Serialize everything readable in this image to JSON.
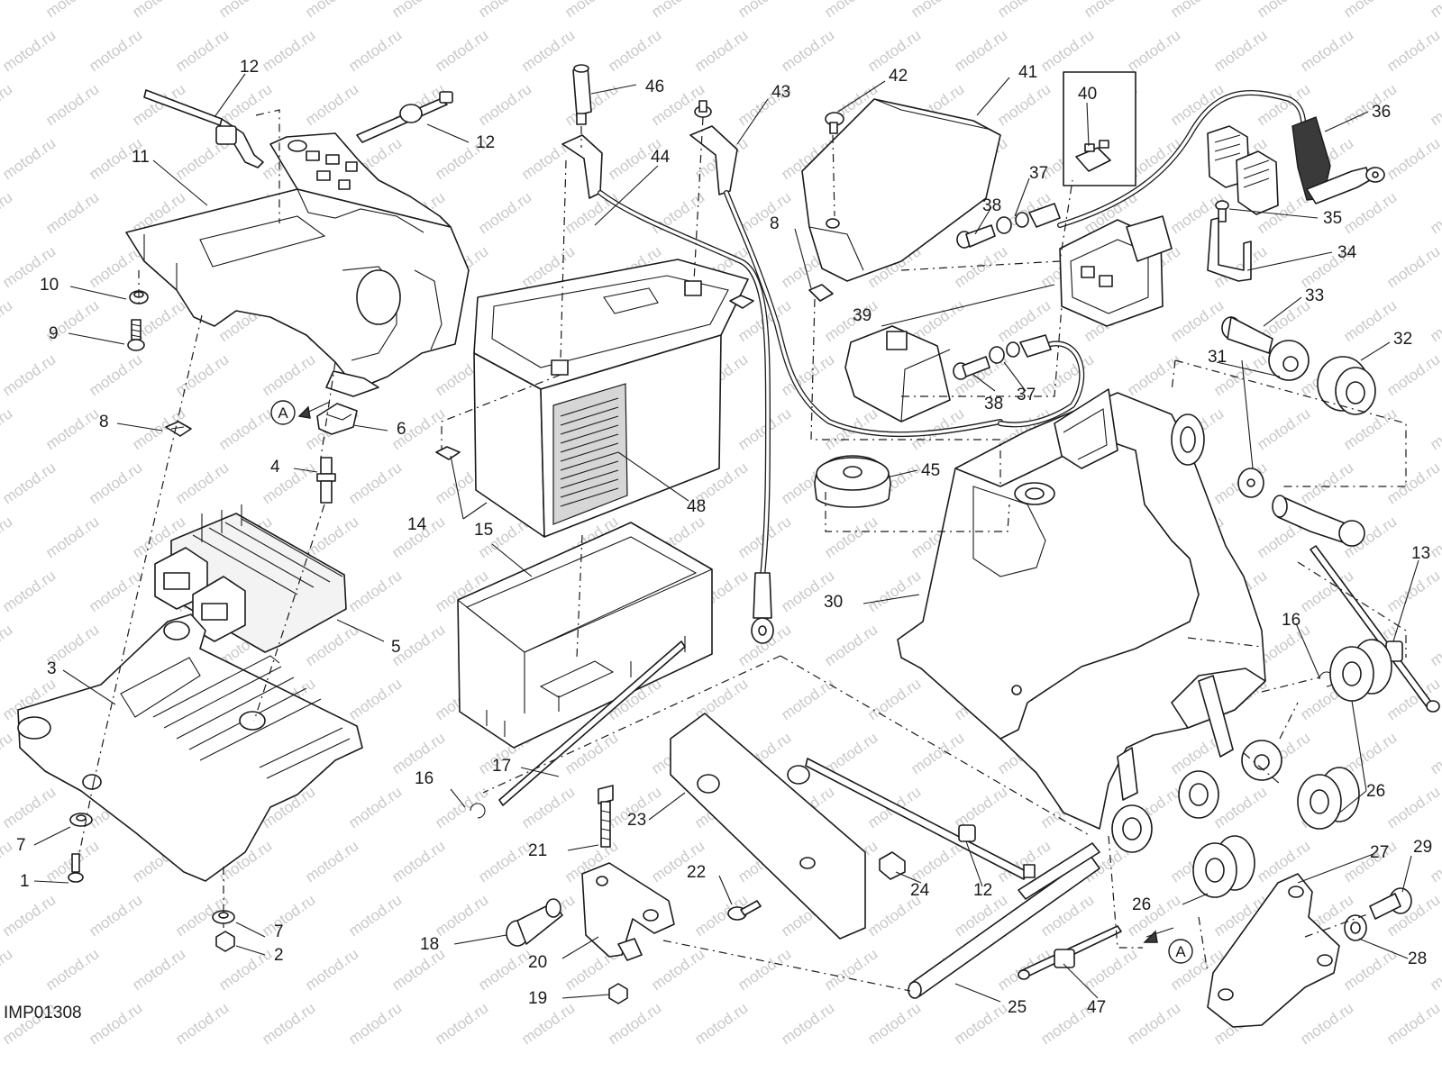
{
  "diagram_code": "IMP01308",
  "watermark_text": "motod.ru",
  "reference_marks": [
    "A",
    "A"
  ],
  "callouts": [
    {
      "id": "c1",
      "label": "1"
    },
    {
      "id": "c2",
      "label": "2"
    },
    {
      "id": "c3",
      "label": "3"
    },
    {
      "id": "c4",
      "label": "4"
    },
    {
      "id": "c5",
      "label": "5"
    },
    {
      "id": "c6",
      "label": "6"
    },
    {
      "id": "c7a",
      "label": "7"
    },
    {
      "id": "c7b",
      "label": "7"
    },
    {
      "id": "c8a",
      "label": "8"
    },
    {
      "id": "c8b",
      "label": "8"
    },
    {
      "id": "c9",
      "label": "9"
    },
    {
      "id": "c10",
      "label": "10"
    },
    {
      "id": "c11",
      "label": "11"
    },
    {
      "id": "c12a",
      "label": "12"
    },
    {
      "id": "c12b",
      "label": "12"
    },
    {
      "id": "c12c",
      "label": "12"
    },
    {
      "id": "c13",
      "label": "13"
    },
    {
      "id": "c14",
      "label": "14"
    },
    {
      "id": "c15",
      "label": "15"
    },
    {
      "id": "c16a",
      "label": "16"
    },
    {
      "id": "c16b",
      "label": "16"
    },
    {
      "id": "c17",
      "label": "17"
    },
    {
      "id": "c18",
      "label": "18"
    },
    {
      "id": "c19",
      "label": "19"
    },
    {
      "id": "c20",
      "label": "20"
    },
    {
      "id": "c21",
      "label": "21"
    },
    {
      "id": "c22",
      "label": "22"
    },
    {
      "id": "c23",
      "label": "23"
    },
    {
      "id": "c24",
      "label": "24"
    },
    {
      "id": "c25",
      "label": "25"
    },
    {
      "id": "c26a",
      "label": "26"
    },
    {
      "id": "c26b",
      "label": "26"
    },
    {
      "id": "c27",
      "label": "27"
    },
    {
      "id": "c28",
      "label": "28"
    },
    {
      "id": "c29",
      "label": "29"
    },
    {
      "id": "c30",
      "label": "30"
    },
    {
      "id": "c31",
      "label": "31"
    },
    {
      "id": "c32",
      "label": "32"
    },
    {
      "id": "c33",
      "label": "33"
    },
    {
      "id": "c34",
      "label": "34"
    },
    {
      "id": "c35",
      "label": "35"
    },
    {
      "id": "c36",
      "label": "36"
    },
    {
      "id": "c37a",
      "label": "37"
    },
    {
      "id": "c37b",
      "label": "37"
    },
    {
      "id": "c38a",
      "label": "38"
    },
    {
      "id": "c38b",
      "label": "38"
    },
    {
      "id": "c39",
      "label": "39"
    },
    {
      "id": "c40",
      "label": "40"
    },
    {
      "id": "c41",
      "label": "41"
    },
    {
      "id": "c42",
      "label": "42"
    },
    {
      "id": "c43",
      "label": "43"
    },
    {
      "id": "c44",
      "label": "44"
    },
    {
      "id": "c45",
      "label": "45"
    },
    {
      "id": "c46",
      "label": "46"
    },
    {
      "id": "c47",
      "label": "47"
    },
    {
      "id": "c48",
      "label": "48"
    }
  ]
}
